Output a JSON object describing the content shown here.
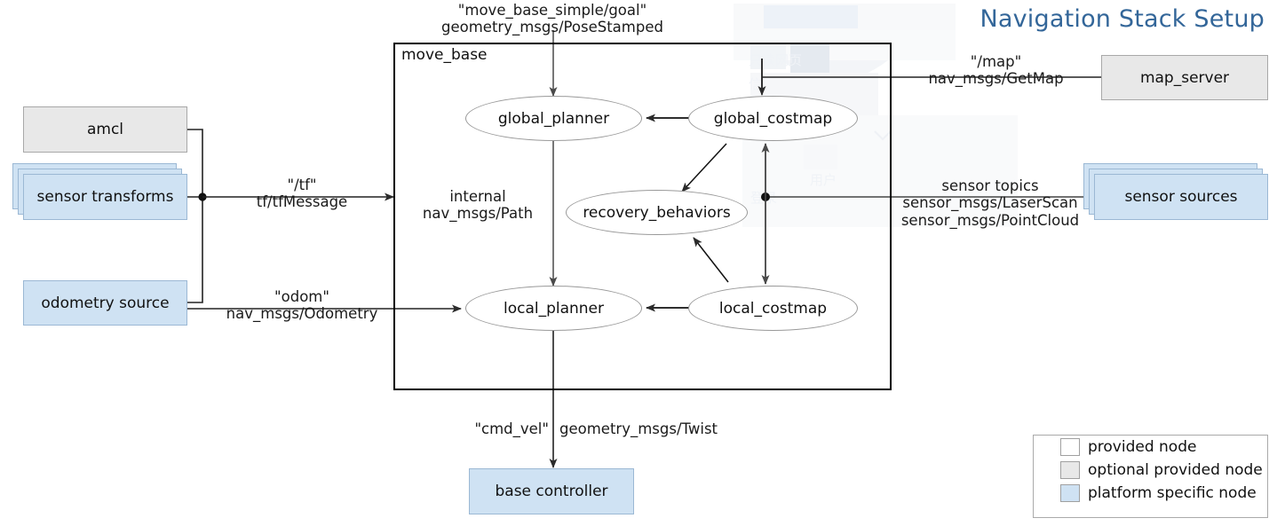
{
  "title": "Navigation Stack Setup",
  "container": {
    "label": "move_base"
  },
  "nodes": {
    "amcl": "amcl",
    "sensor_transforms": "sensor transforms",
    "odometry_source": "odometry source",
    "map_server": "map_server",
    "sensor_sources": "sensor sources",
    "base_controller": "base controller",
    "global_planner": "global_planner",
    "global_costmap": "global_costmap",
    "recovery_behaviors": "recovery_behaviors",
    "local_planner": "local_planner",
    "local_costmap": "local_costmap"
  },
  "edges": {
    "goal_topic": "\"move_base_simple/goal\"",
    "goal_type": "geometry_msgs/PoseStamped",
    "map_topic": "\"/map\"",
    "map_type": "nav_msgs/GetMap",
    "tf_topic": "\"/tf\"",
    "tf_type": "tf/tfMessage",
    "odom_topic": "\"odom\"",
    "odom_type": "nav_msgs/Odometry",
    "internal_label": "internal",
    "internal_type": "nav_msgs/Path",
    "sensor_topics": "sensor topics",
    "sensor_type_1": "sensor_msgs/LaserScan",
    "sensor_type_2": "sensor_msgs/PointCloud",
    "cmd_vel_topic": "\"cmd_vel\"",
    "cmd_vel_type": "geometry_msgs/Twist"
  },
  "legend": {
    "items": [
      {
        "label": "provided node",
        "swatch": "white"
      },
      {
        "label": "optional provided node",
        "swatch": "gray"
      },
      {
        "label": "platform specific node",
        "swatch": "blue"
      }
    ]
  },
  "colors": {
    "title": "#336699",
    "platform_node": "#cfe2f3",
    "optional_node": "#e8e8e8",
    "provided_node": "#ffffff",
    "line": "#3a3a3a"
  }
}
